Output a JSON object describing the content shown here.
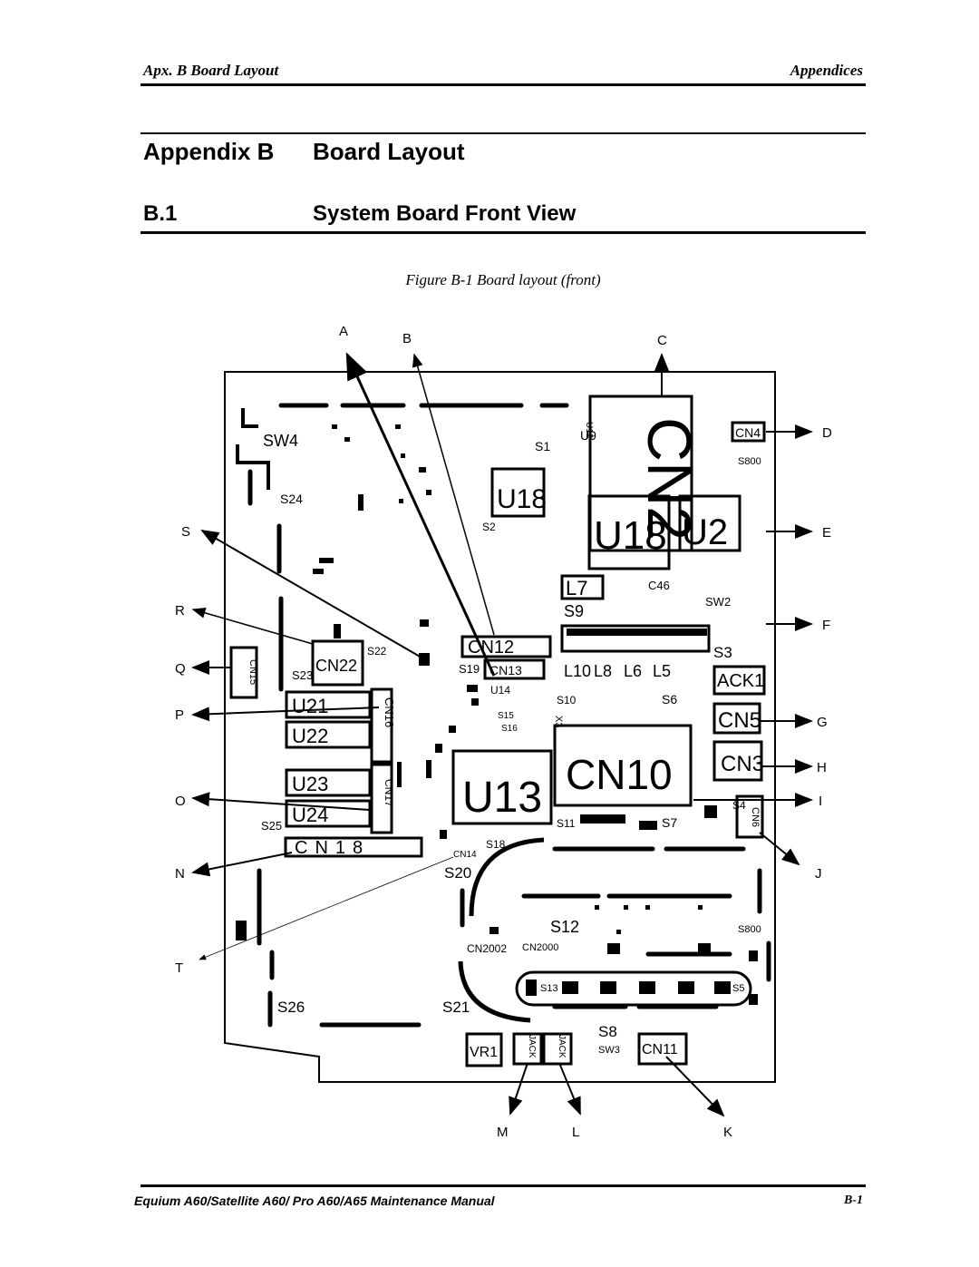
{
  "header": {
    "left": "Apx. B  Board Layout",
    "right": "Appendices"
  },
  "heading1": {
    "prefix": "Appendix B",
    "title": "Board Layout"
  },
  "heading2": {
    "number": "B.1",
    "title": "System Board Front View"
  },
  "figure": {
    "caption": "Figure B-1   Board layout (front)",
    "callouts": [
      "A",
      "B",
      "C",
      "D",
      "E",
      "F",
      "G",
      "H",
      "I",
      "J",
      "K",
      "L",
      "M",
      "N",
      "O",
      "P",
      "Q",
      "R",
      "S",
      "T"
    ],
    "board_labels": {
      "sw4": "SW4",
      "s1": "S1",
      "s24": "S24",
      "u18": "U18",
      "s2": "S2",
      "u9": "U9",
      "u12": "U12",
      "cn4": "CN4",
      "s800": "S800",
      "u18b": "U18",
      "u2": "U2",
      "l7": "L7",
      "s9": "S9",
      "c46": "C46",
      "sw2": "SW2",
      "cn12": "CN12",
      "s22": "S22",
      "cn22": "CN22",
      "s23": "S23",
      "s19": "S19",
      "cn13": "CN13",
      "s3": "S3",
      "ack1": "ACK1",
      "l10": "L10",
      "l8": "L8",
      "l6": "L6",
      "l5": "L5",
      "u21": "U21",
      "u22": "U22",
      "u23": "U23",
      "u24": "U24",
      "cn16": "CN16",
      "cn17": "CN17",
      "u14": "U14",
      "s10": "S10",
      "s6": "S6",
      "cn5": "CN5",
      "u13": "U13",
      "cn10": "CN10",
      "cn3": "CN3",
      "s11": "S11",
      "s7": "S7",
      "s4": "S4",
      "cn6": "CN6",
      "s25": "S25",
      "cn18": "CN18",
      "cn14": "CN14",
      "s18": "S18",
      "s20": "S20",
      "s12": "S12",
      "s800b": "S800",
      "cn2002": "CN2002",
      "cn2000": "CN2000",
      "s13": "S13",
      "s5": "S5",
      "s26": "S26",
      "s21": "S21",
      "vr1": "VR1",
      "jack1": "JACK",
      "jack2": "JACK",
      "s8": "S8",
      "sw3": "SW3",
      "cn11": "CN11",
      "cn15": "CN15",
      "s15": "S15",
      "s16": "S16",
      "x3": "X3"
    }
  },
  "footer": {
    "manual": "Equium A60/Satellite A60/ Pro A60/A65  Maintenance Manual",
    "page": "B-1"
  }
}
